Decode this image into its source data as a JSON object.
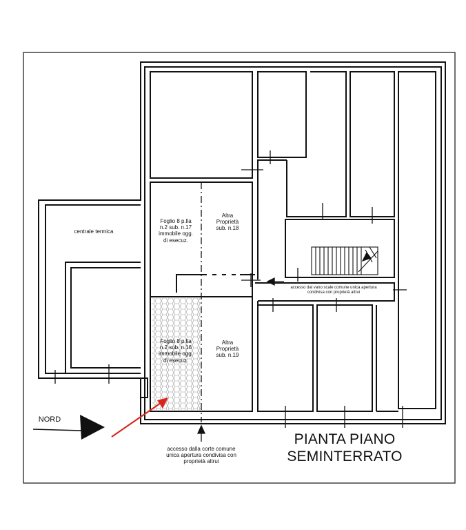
{
  "labels": {
    "boiler_room": "centrale termica",
    "unit_17": "Foglio 8 p.lla\nn.2 sub. n.17\nimmobile ogg.\ndi esecuz.",
    "other_18": "Altra\nProprietà\nsub. n.18",
    "unit_16": "Foglio 8 p.lla\nn.2 sub. n.16\nimmobile ogg.\ndi esecuz.",
    "other_19": "Altra\nProprietà\nsub. n.19",
    "stair_access": "accesso dal vano scale comune unica apertura\ncondivisa con proprietà altrui",
    "north": "NORD",
    "court_access": "accesso dalla corte comune\nunica apertura condivisa con\nproprietà altrui",
    "title_line1": "PIANTA PIANO",
    "title_line2": "SEMINTERRATO"
  },
  "colors": {
    "walls": "#111111",
    "pointer_arrow": "#d9261c",
    "hatch": "#9a9a9a"
  },
  "icons": {
    "north_arrow": "triangle-arrow-right"
  }
}
